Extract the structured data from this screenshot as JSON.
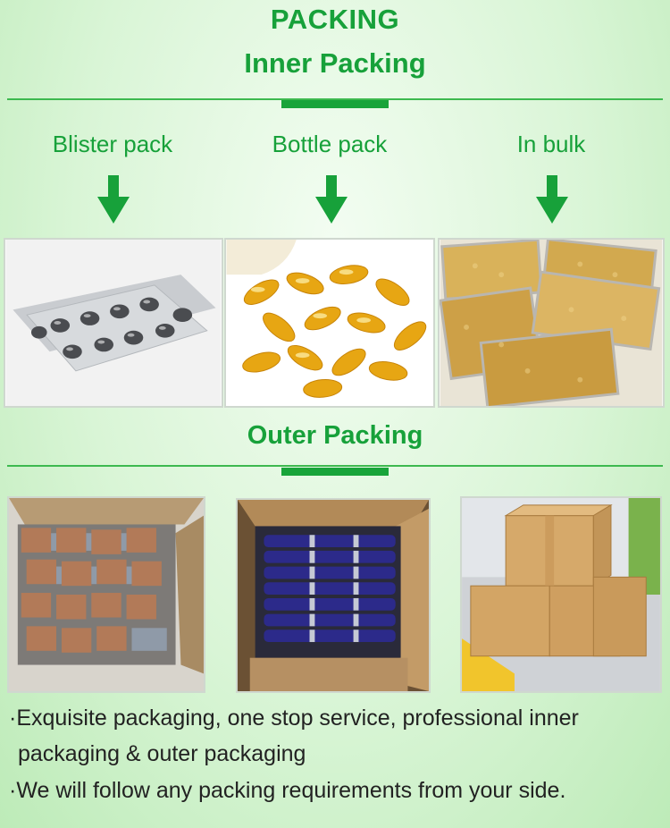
{
  "header": {
    "title": "PACKING",
    "subtitle": "Inner Packing"
  },
  "inner_packing": {
    "items": [
      {
        "label": "Blister pack"
      },
      {
        "label": "Bottle pack"
      },
      {
        "label": "In bulk"
      }
    ]
  },
  "outer_packing": {
    "title": "Outer Packing"
  },
  "notes": {
    "line1": "·Exquisite packaging, one stop service, professional inner",
    "line2": "packaging & outer packaging",
    "line3": "·We will follow any packing requirements from your side."
  },
  "colors": {
    "accent": "#17a13a",
    "rule": "#3db94f"
  }
}
